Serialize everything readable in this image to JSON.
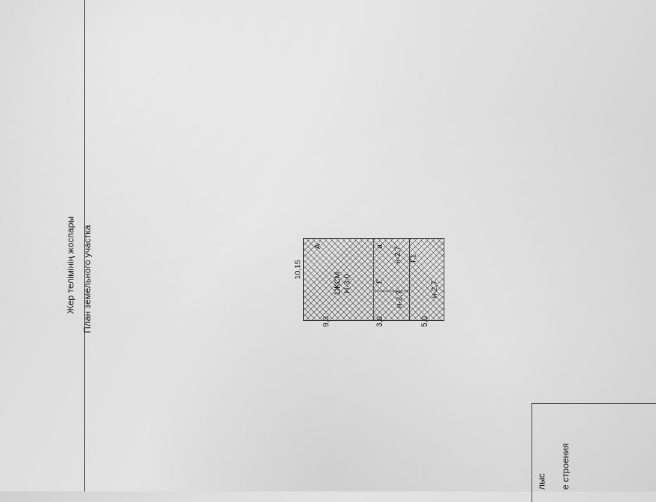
{
  "document": {
    "title_kz": "Жер телімінің жоспары",
    "title_ru": "План земельного участка"
  },
  "plan": {
    "dim_top": "10,15",
    "dim_left_1": "9,3",
    "dim_left_2": "3,0",
    "dim_left_3": "5,0",
    "zone_a_letter": "А",
    "zone_a_name": "1ЖСМ",
    "zone_a_height": "Н-3,0",
    "zone_g_letter": "Г",
    "zone_g_height": "н-2,7",
    "zone_small_letter": "а",
    "zone_small_height": "н-2,7",
    "zone_g1_name": "Г1",
    "zone_g1_height": "н-2,7"
  },
  "legend": {
    "line1": "лыс",
    "line2": "е строения"
  }
}
